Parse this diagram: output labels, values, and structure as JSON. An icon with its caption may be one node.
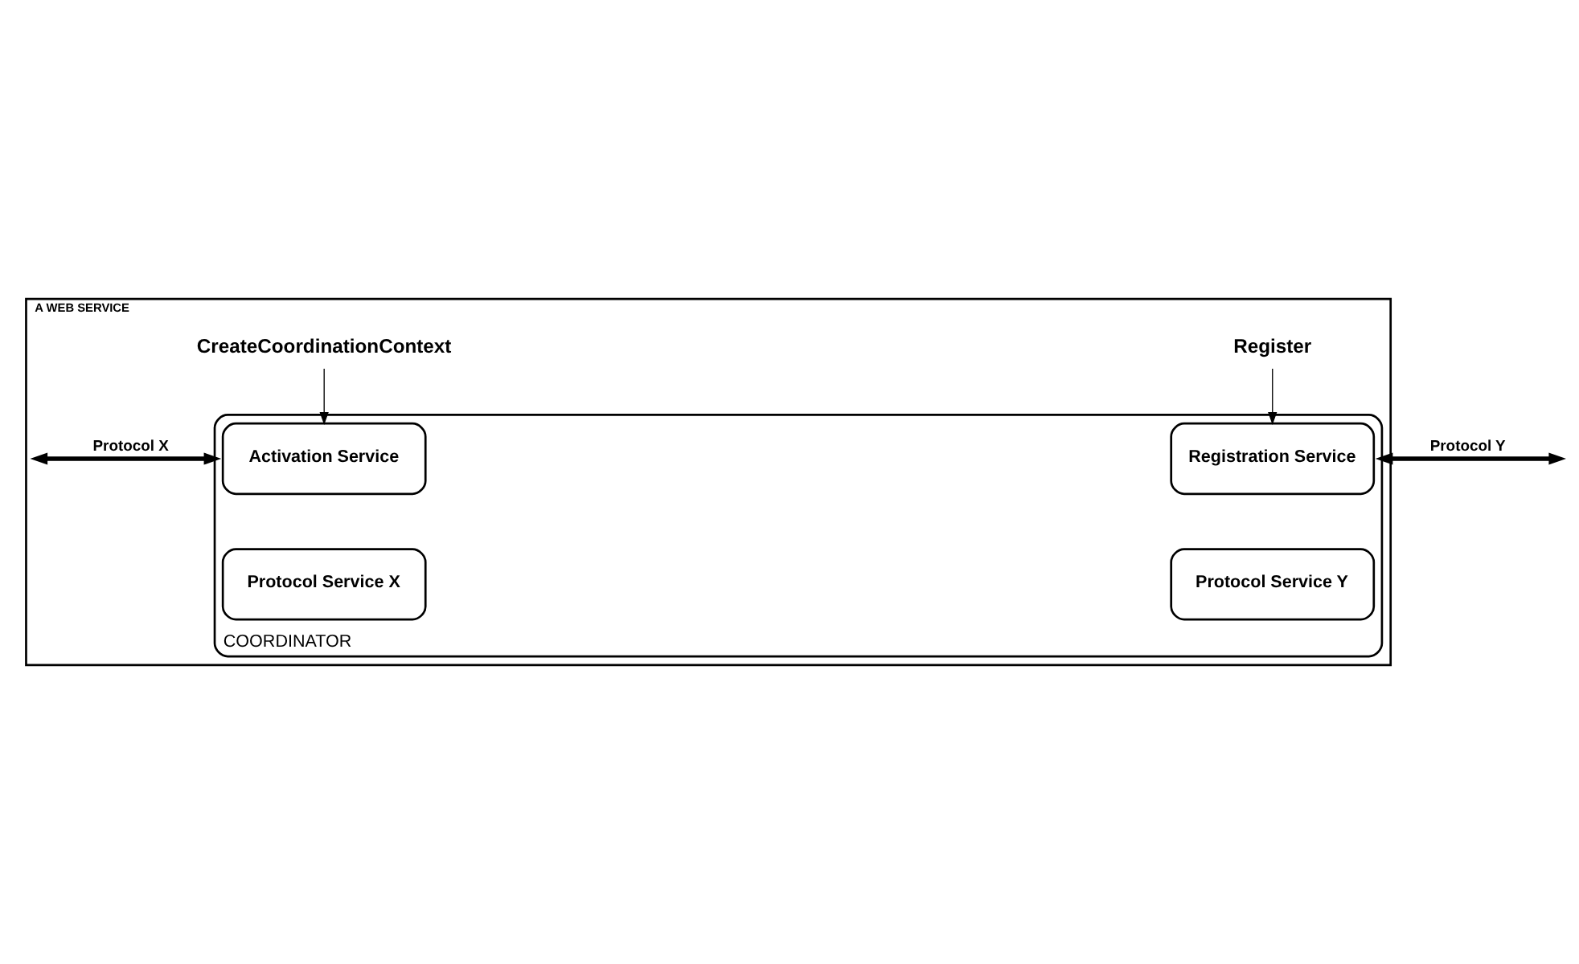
{
  "diagram": {
    "nodes": [
      {
        "text": [
          "A WEB SERVICE"
        ]
      },
      {
        "text": [
          "CreateCoordinationContext"
        ],
        "in": 0
      },
      {
        "text": [
          "Register"
        ],
        "in": 0
      },
      {
        "text": [
          "COORDINATOR"
        ],
        "in": 0
      },
      {
        "text": [
          "Activation Service"
        ],
        "in": 3
      },
      {
        "text": [
          "Registration Service"
        ],
        "in": 3
      },
      {
        "text": [
          "Protocol Service X"
        ],
        "in": 3
      },
      {
        "text": [
          "Protocol Service Y"
        ],
        "in": 3
      }
    ],
    "edges": [
      {
        "from": 1,
        "to": 4,
        "arrow": "to"
      },
      {
        "from": 2,
        "to": 5,
        "arrow": "to"
      },
      {
        "from": 0,
        "to": 3,
        "arrow": "both",
        "label": "Protocol X",
        "style": "thick"
      },
      {
        "from": 3,
        "to": null,
        "arrow": "both",
        "label": "Protocol Y",
        "style": "thick"
      }
    ]
  }
}
